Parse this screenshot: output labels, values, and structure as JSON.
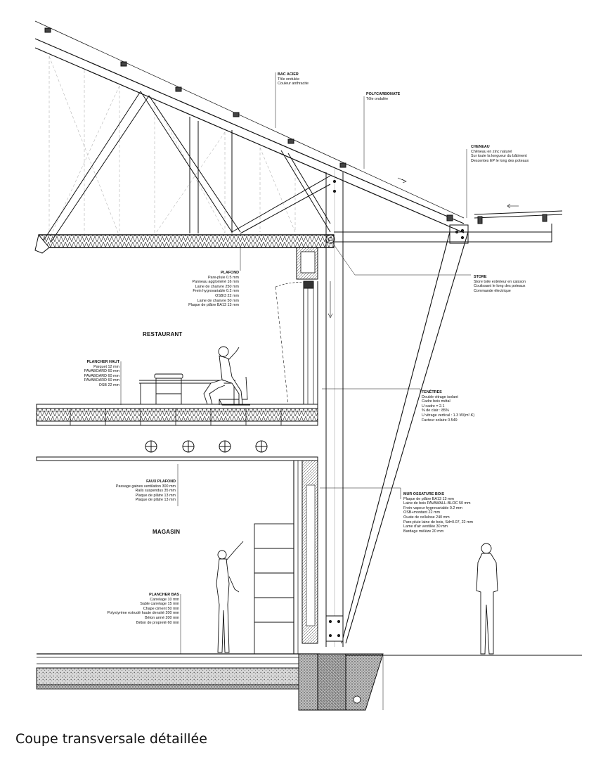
{
  "caption": "Coupe transversale détaillée",
  "rooms": {
    "restaurant": "RESTAURANT",
    "magasin": "MAGASIN"
  },
  "annotations": {
    "bac_acier": {
      "title": "BAC ACIER",
      "lines": [
        "Tôle ondulée",
        "Couleur anthracite"
      ]
    },
    "polycarbonate": {
      "title": "POLYCARBONATE",
      "lines": [
        "Tôle ondulée"
      ]
    },
    "cheneau": {
      "title": "CHENEAU",
      "lines": [
        "Chêneau en zinc naturel",
        "Sur toute la longueur du bâtiment",
        "Descentes EP le long des poteaux"
      ]
    },
    "store": {
      "title": "STORE",
      "lines": [
        "Store toile extérieur en caisson",
        "Coulissant le long des poteaux",
        "Commande électrique"
      ]
    },
    "plafond": {
      "title": "PLAFOND",
      "lines": [
        "Pare-pluie 0.5 mm",
        "Panneau aggloméré 16 mm",
        "Laine de chanvre 250 mm",
        "Frein hygrovariable 0.2 mm",
        "OSB/3 22 mm",
        "Laine de chanvre 50 mm",
        "Plaque de plâtre BA13 13 mm"
      ]
    },
    "plancher_haut": {
      "title": "PLANCHER HAUT",
      "lines": [
        "Parquet 12 mm",
        "PAVABOARD 60 mm",
        "PAVABOARD 60 mm",
        "PAVABOARD 60 mm",
        "OSB 22 mm"
      ]
    },
    "fenetres": {
      "title": "FENÊTRES",
      "lines": [
        "Double vitrage isolant",
        "Cadre bois métal",
        "U cadre = 2.1",
        "% de clair : 85%",
        "U vitrage vertical : 1.3 W/(m².K)",
        "Facteur solaire 0.549"
      ]
    },
    "faux_plafond": {
      "title": "FAUX PLAFOND",
      "lines": [
        "Passage gaines ventilation 300 mm",
        "Rails suspendus 35 mm",
        "Plaque de plâtre 13 mm",
        "Plaque de plâtre 13 mm"
      ]
    },
    "mur_ossature": {
      "title": "MUR OSSATURE BOIS",
      "lines": [
        "Plaque de plâtre BA13 13 mm",
        "Laine de bois PAVAWALL-BLOC 50 mm",
        "Frein-vapeur hygrovariable 0.2 mm",
        "OSB+montant 22 mm",
        "Ouate de cellulose 240 mm",
        "Pare-pluie laine de bois, Sd=0.07, 22 mm",
        "Lame d'air ventilée 30 mm",
        "Bardage mélèze 20 mm"
      ]
    },
    "plancher_bas": {
      "title": "PLANCHER BAS",
      "lines": [
        "Carrelage 10 mm",
        "Sable carrelage 15 mm",
        "Chape ciment 50 mm",
        "Polystyrène extrudé haute densité 200 mm",
        "Béton armé 200 mm",
        "Béton de propreté 60 mm"
      ]
    }
  }
}
